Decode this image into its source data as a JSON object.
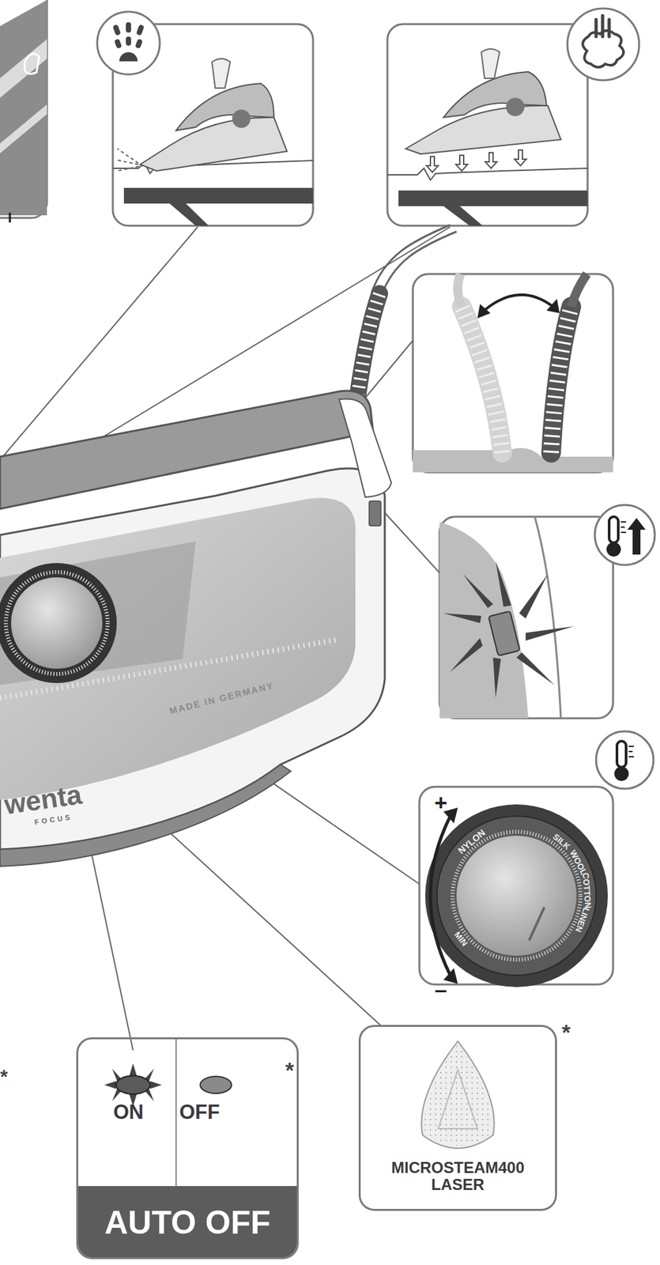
{
  "diagram": {
    "nodes": [
      {
        "text": [
          "ON",
          "OFF",
          "AUTO OFF"
        ]
      },
      {
        "text": [
          "MICROSTEAM400 LASER"
        ]
      }
    ],
    "labels": [
      "I",
      "MADE IN GERMANY",
      "wenta",
      "FOCUS",
      "NYLON",
      "SILK",
      "WOOL",
      "COTTON",
      "LINEN",
      "MIN",
      "+",
      "–",
      "*",
      "*",
      "*"
    ]
  }
}
